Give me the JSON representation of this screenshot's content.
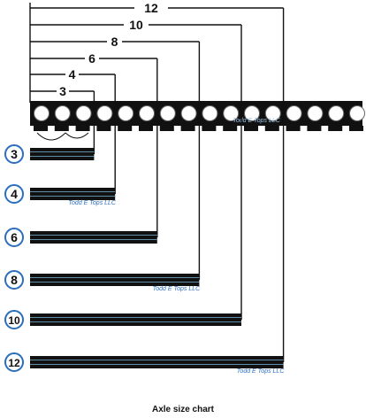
{
  "caption": "Axle size chart",
  "watermark": "Todd E Tops LLC",
  "sizes": [
    {
      "label": "12",
      "holes": 12
    },
    {
      "label": "10",
      "holes": 10
    },
    {
      "label": "8",
      "holes": 8
    },
    {
      "label": "6",
      "holes": 6
    },
    {
      "label": "4",
      "holes": 4
    },
    {
      "label": "3",
      "holes": 3
    }
  ],
  "axles": [
    {
      "label": "3",
      "holes": 3,
      "watermark": false
    },
    {
      "label": "4",
      "holes": 4,
      "watermark": true
    },
    {
      "label": "6",
      "holes": 6,
      "watermark": false
    },
    {
      "label": "8",
      "holes": 8,
      "watermark": true
    },
    {
      "label": "10",
      "holes": 10,
      "watermark": false
    },
    {
      "label": "12",
      "holes": 12,
      "watermark": true
    }
  ],
  "rail": {
    "holes": 16
  },
  "colors": {
    "ink": "#111111",
    "badge": "#2a6ebd",
    "stripe": "#5e8ea8",
    "watermark": "#9fc3ea"
  }
}
